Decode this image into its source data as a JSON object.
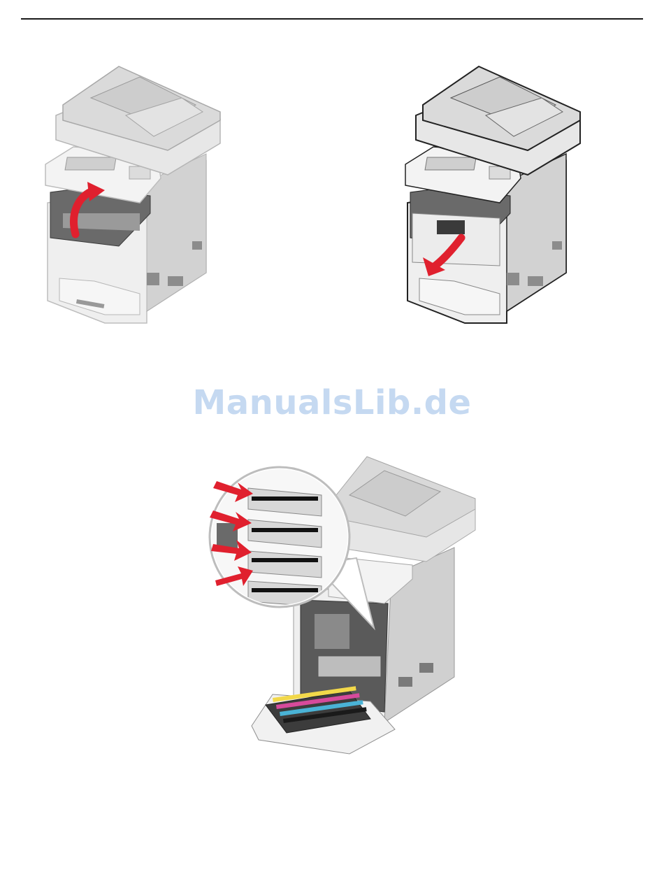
{
  "watermark": {
    "text": "ManualsLib.de"
  },
  "figures": [
    {
      "id": "top-left",
      "icon": "printer-open-front-door-lift-arrow-illustration"
    },
    {
      "id": "top-right",
      "icon": "printer-open-front-door-lower-arrow-illustration"
    },
    {
      "id": "bottom",
      "icon": "printer-imaging-kit-lens-callout-illustration"
    }
  ],
  "colors": {
    "arrow": "#e0202e",
    "outline": "#222222",
    "body": "#e9e9e9",
    "shade": "#c9c9c9",
    "dark": "#6a6a6a"
  }
}
